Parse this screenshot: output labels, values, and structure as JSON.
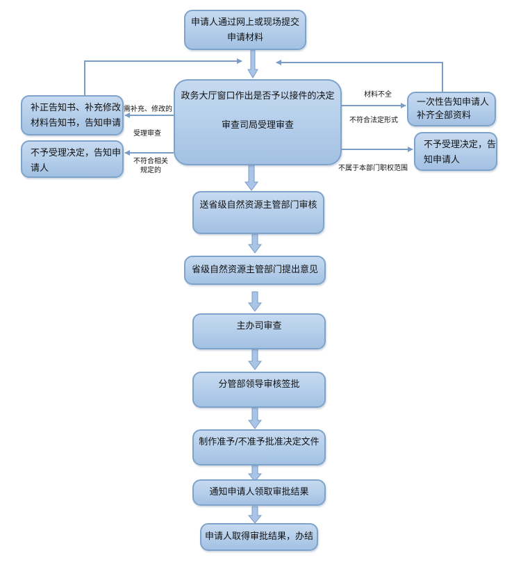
{
  "diagram": {
    "type": "flowchart",
    "colors": {
      "box_fill": "#b3cdea",
      "box_border": "#7ea3cb",
      "connector": "#7a9cc6"
    },
    "nodes": {
      "submit": {
        "lines": [
          "申请人通过网上或现场提交",
          "申请材料"
        ]
      },
      "window_decision": {
        "lines": [
          "政务大厅窗口作出是否予以接件的决定",
          "审查司局受理审查"
        ]
      },
      "correction_notice": {
        "lines": [
          "补正告知书、补充修改",
          "材料告知书，告知申请"
        ]
      },
      "reject_left": {
        "lines": [
          "不予受理决定，告知申",
          "请人"
        ]
      },
      "one_time_notice": {
        "lines": [
          "一次性告知申请人",
          "补齐全部资料"
        ]
      },
      "reject_right": {
        "lines": [
          "不予受理决定，告",
          "知申请人"
        ]
      },
      "send_provincial": {
        "lines": [
          "送省级自然资源主管部门审核"
        ]
      },
      "provincial_opinion": {
        "lines": [
          "省级自然资源主管部门提出意见"
        ]
      },
      "lead_review": {
        "lines": [
          "主办司审查"
        ]
      },
      "leader_approval": {
        "lines": [
          "分管部领导审核签批"
        ]
      },
      "make_decision_doc": {
        "lines": [
          "制作准予/不准予批准决定文件"
        ]
      },
      "notify_applicant": {
        "lines": [
          "通知申请人领取审批结果"
        ]
      },
      "complete": {
        "lines": [
          "申请人取得审批结果，办结"
        ]
      }
    },
    "edge_labels": {
      "need_supplement": "需补充、修改的",
      "accept_review": "受理审查",
      "not_compliant_rules": [
        "不符合相关",
        "规定的"
      ],
      "materials_incomplete": "材料不全",
      "not_legal_form": "不符合法定形式",
      "out_of_scope": "不属于本部门职权范围"
    },
    "edges": [
      {
        "from": "submit",
        "to": "window_decision"
      },
      {
        "from": "window_decision",
        "to": "correction_notice",
        "label": "need_supplement"
      },
      {
        "from": "window_decision",
        "to": "reject_left",
        "label": "not_compliant_rules"
      },
      {
        "from": "window_decision",
        "to": "one_time_notice",
        "label": "materials_incomplete"
      },
      {
        "from": "window_decision",
        "to": "reject_right",
        "label": "out_of_scope"
      },
      {
        "from": "correction_notice",
        "to": "submit_flow_arrow"
      },
      {
        "from": "one_time_notice",
        "to": "submit_flow_arrow"
      },
      {
        "from": "window_decision",
        "to": "send_provincial"
      },
      {
        "from": "send_provincial",
        "to": "provincial_opinion"
      },
      {
        "from": "provincial_opinion",
        "to": "lead_review"
      },
      {
        "from": "lead_review",
        "to": "leader_approval"
      },
      {
        "from": "leader_approval",
        "to": "make_decision_doc"
      },
      {
        "from": "make_decision_doc",
        "to": "notify_applicant"
      },
      {
        "from": "notify_applicant",
        "to": "complete"
      }
    ]
  }
}
